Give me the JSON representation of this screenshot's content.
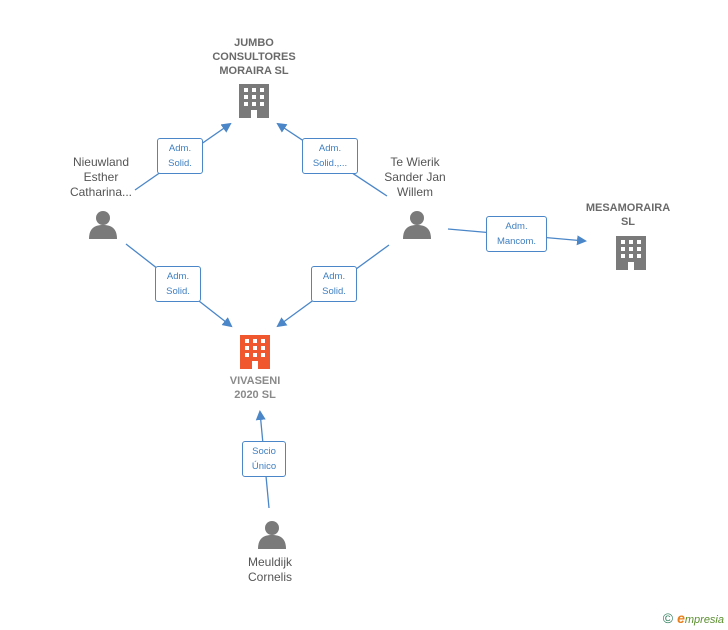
{
  "colors": {
    "edge": "#4a86c8",
    "company_icon": "#7a7a7a",
    "focus_icon": "#f0572e",
    "person_icon": "#7a7a7a"
  },
  "nodes": {
    "jumbo": {
      "label": "JUMBO\nCONSULTORES\nMORAIRA  SL",
      "icon": "building-icon"
    },
    "nieuwland": {
      "label": "Nieuwland\nEsther\nCatharina...",
      "icon": "person-icon"
    },
    "tewierik": {
      "label": "Te Wierik\nSander Jan\nWillem",
      "icon": "person-icon"
    },
    "mesamoraira": {
      "label": "MESAMORAIRA\nSL",
      "icon": "building-icon"
    },
    "vivaseni": {
      "label": "VIVASENI\n2020  SL",
      "icon": "building-icon"
    },
    "meuldijk": {
      "label": "Meuldijk\nCornelis",
      "icon": "person-icon"
    }
  },
  "edges": {
    "e1": "Adm.\nSolid.",
    "e2": "Adm.\nSolid.,...",
    "e3": "Adm.\nMancom.",
    "e4": "Adm.\nSolid.",
    "e5": "Adm.\nSolid.",
    "e6": "Socio\nÚnico"
  },
  "footer": {
    "copyright": "©",
    "brand_initial": "e",
    "brand_rest": "mpresia"
  }
}
